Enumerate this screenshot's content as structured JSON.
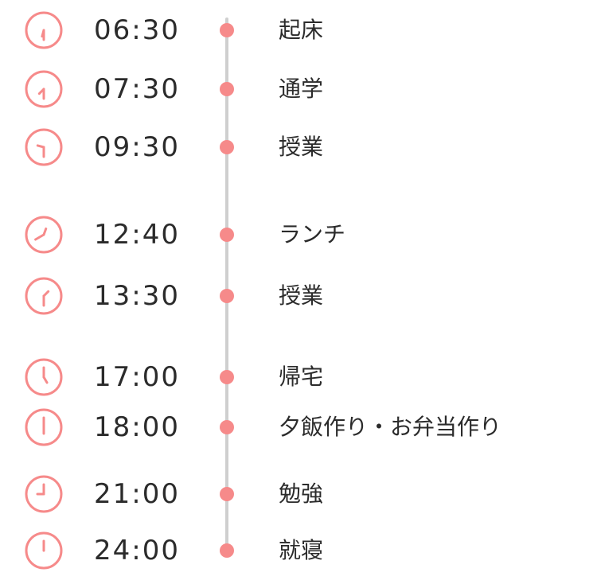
{
  "accent_color": "#f68a8a",
  "line_color": "#cfcfcf",
  "schedule": [
    {
      "time": "06:30",
      "activity": "起床"
    },
    {
      "time": "07:30",
      "activity": "通学"
    },
    {
      "time": "09:30",
      "activity": "授業"
    },
    {
      "time": "12:40",
      "activity": "ランチ"
    },
    {
      "time": "13:30",
      "activity": "授業"
    },
    {
      "time": "17:00",
      "activity": "帰宅"
    },
    {
      "time": "18:00",
      "activity": "夕飯作り・お弁当作り"
    },
    {
      "time": "21:00",
      "activity": "勉強"
    },
    {
      "time": "24:00",
      "activity": "就寝"
    }
  ]
}
